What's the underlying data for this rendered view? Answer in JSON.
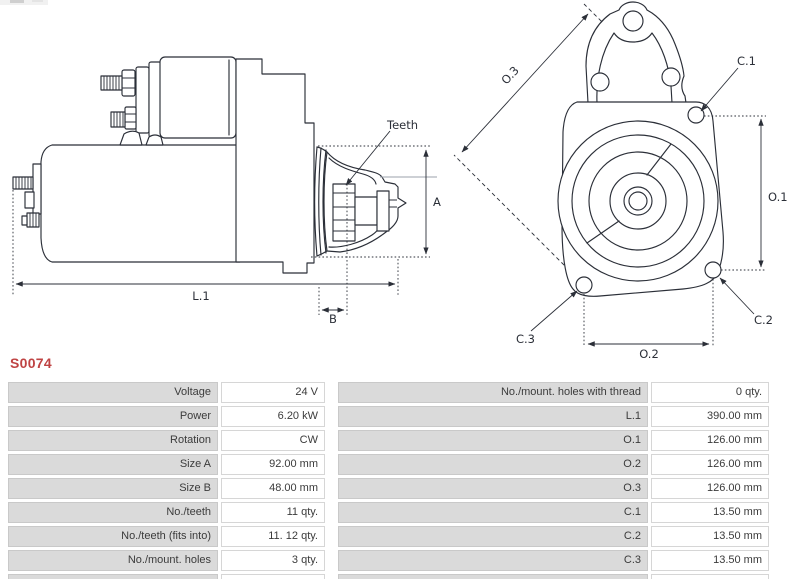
{
  "part_header": {
    "part_number": "S0074"
  },
  "diagram": {
    "line_color": "#2b2f38",
    "side_view_labels": {
      "teeth": "Teeth",
      "a": "A",
      "b": "B",
      "l1": "L.1"
    },
    "front_view_labels": {
      "o3": "O.3",
      "o1": "O.1",
      "o2": "O.2",
      "c1": "C.1",
      "c2": "C.2",
      "c3": "C.3"
    }
  },
  "spec_table": {
    "left_rows": [
      {
        "label": "Voltage",
        "value": "24 V"
      },
      {
        "label": "Power",
        "value": "6.20 kW"
      },
      {
        "label": "Rotation",
        "value": "CW"
      },
      {
        "label": "Size A",
        "value": "92.00 mm"
      },
      {
        "label": "Size B",
        "value": "48.00 mm"
      },
      {
        "label": "No./teeth",
        "value": "11 qty."
      },
      {
        "label": "No./teeth (fits into)",
        "value": "11. 12 qty."
      },
      {
        "label": "No./mount. holes",
        "value": "3 qty."
      }
    ],
    "right_rows": [
      {
        "label": "No./mount. holes with thread",
        "value": "0 qty."
      },
      {
        "label": "L.1",
        "value": "390.00 mm"
      },
      {
        "label": "O.1",
        "value": "126.00 mm"
      },
      {
        "label": "O.2",
        "value": "126.00 mm"
      },
      {
        "label": "O.3",
        "value": "126.00 mm"
      },
      {
        "label": "C.1",
        "value": "13.50 mm"
      },
      {
        "label": "C.2",
        "value": "13.50 mm"
      },
      {
        "label": "C.3",
        "value": "13.50 mm"
      }
    ]
  }
}
